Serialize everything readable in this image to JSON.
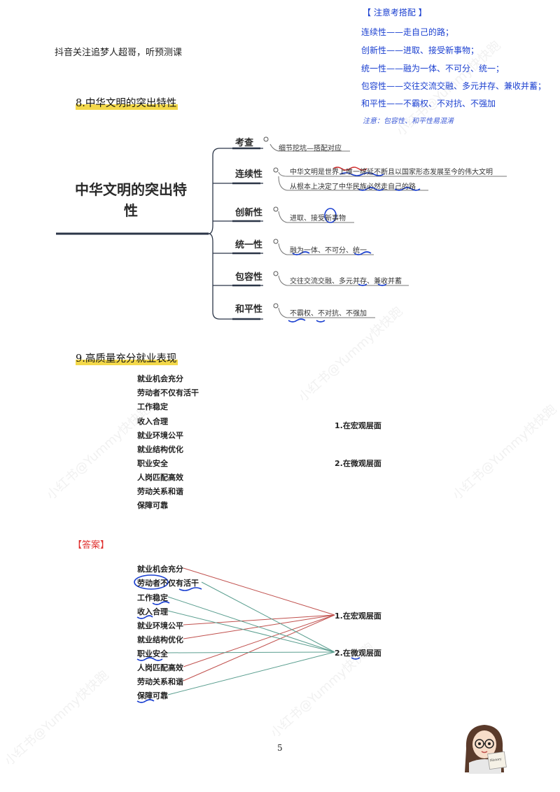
{
  "header_note": "抖音关注追梦人超哥，听预测课",
  "tips": {
    "title": "【 注意考搭配 】",
    "lines": [
      "连续性——走自己的路；",
      "创新性——进取、接受新事物；",
      "统一性——融为一体、不可分、统一；",
      "包容性——交往交流交融、多元并存、兼收并蓄；",
      "和平性——不霸权、不对抗、不强加"
    ],
    "note": "注意：包容性、和平性易混淆"
  },
  "section8": {
    "title": "8.中华文明的突出特性",
    "central": "中华文明的突出特性",
    "branches": [
      {
        "label": "考查",
        "leaves": [
          "细节挖坑—搭配对应"
        ]
      },
      {
        "label": "连续性",
        "leaves": [
          "中华文明是世界上唯一绵延不断且以国家形态发展至今的伟大文明",
          "从根本上决定了中华民族必然走自己的路"
        ]
      },
      {
        "label": "创新性",
        "leaves": [
          "进取、接受新事物"
        ]
      },
      {
        "label": "统一性",
        "leaves": [
          "融为一体、不可分、统一"
        ]
      },
      {
        "label": "包容性",
        "leaves": [
          "交往交流交融、多元并存、兼收并蓄"
        ]
      },
      {
        "label": "和平性",
        "leaves": [
          "不霸权、不对抗、不强加"
        ]
      }
    ]
  },
  "section9": {
    "title": "9.高质量充分就业表现",
    "items": [
      "就业机会充分",
      "劳动者不仅有活干",
      "工作稳定",
      "收入合理",
      "就业环境公平",
      "就业结构优化",
      "职业安全",
      "人岗匹配高效",
      "劳动关系和谐",
      "保障可靠"
    ],
    "levels": [
      "1.在宏观层面",
      "2.在微观层面"
    ]
  },
  "answer": {
    "label": "【答案】",
    "items": [
      "就业机会充分",
      "劳动者不仅有活干",
      "工作稳定",
      "收入合理",
      "就业环境公平",
      "就业结构优化",
      "职业安全",
      "人岗匹配高效",
      "劳动关系和谐",
      "保障可靠"
    ],
    "levels": [
      "1.在宏观层面",
      "2.在微观层面"
    ],
    "links": [
      {
        "from": 0,
        "to": 0
      },
      {
        "from": 1,
        "to": 1
      },
      {
        "from": 2,
        "to": 1
      },
      {
        "from": 3,
        "to": 1
      },
      {
        "from": 4,
        "to": 0
      },
      {
        "from": 5,
        "to": 0
      },
      {
        "from": 6,
        "to": 1
      },
      {
        "from": 7,
        "to": 0
      },
      {
        "from": 8,
        "to": 0
      },
      {
        "from": 9,
        "to": 1
      }
    ],
    "macro_color": "#c0504d",
    "micro_color": "#5a9e8f"
  },
  "page_number": "5",
  "watermark": "小红书@Yummy快快跑",
  "avatar_book_text": "History",
  "colors": {
    "ink": "#1a3fd0",
    "highlight": "#f3d84a",
    "mindmap_line": "#2b3547"
  }
}
